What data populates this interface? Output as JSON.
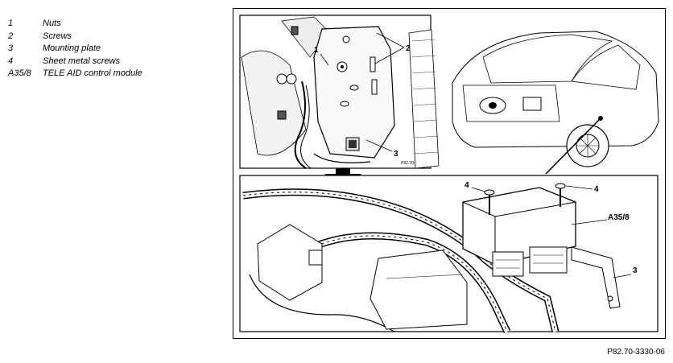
{
  "legend": [
    {
      "key": "1",
      "desc": "Nuts"
    },
    {
      "key": "2",
      "desc": "Screws"
    },
    {
      "key": "3",
      "desc": "Mounting plate"
    },
    {
      "key": "4",
      "desc": "Sheet metal screws"
    },
    {
      "key": "A35/8",
      "desc": "TELE AID control module"
    }
  ],
  "callouts": {
    "c1": "1",
    "c2": "2",
    "c3_top": "3",
    "c4_left": "4",
    "c4_right": "4",
    "module": "A35/8",
    "c3_bottom": "3"
  },
  "inset_ref": "P82.70-2167-01",
  "figure_ref": "P82.70-3330-06"
}
